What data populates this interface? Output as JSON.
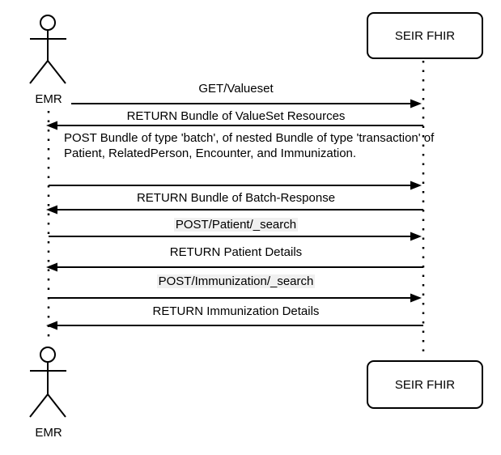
{
  "diagram_type": "sequence-diagram",
  "colors": {
    "line": "#000000",
    "background": "#ffffff",
    "label_highlight": "#f0f0f0"
  },
  "actors": {
    "emr_top": {
      "label": "EMR"
    },
    "emr_bottom": {
      "label": "EMR"
    }
  },
  "systems": {
    "fhir_top": {
      "label": "SEIR FHIR"
    },
    "fhir_bottom": {
      "label": "SEIR FHIR"
    }
  },
  "messages": [
    {
      "label": "GET/Valueset",
      "direction": "right",
      "highlight": false
    },
    {
      "label": "RETURN Bundle of ValueSet Resources",
      "direction": "left",
      "highlight": false
    },
    {
      "label": "POST Bundle of type 'batch', of nested Bundle of type 'transaction' of Patient, RelatedPerson, Encounter, and Immunization.",
      "direction": "right",
      "highlight": false
    },
    {
      "label": "RETURN Bundle of Batch-Response",
      "direction": "left",
      "highlight": false
    },
    {
      "label": "POST/Patient/_search",
      "direction": "right",
      "highlight": true
    },
    {
      "label": "RETURN Patient Details",
      "direction": "left",
      "highlight": false
    },
    {
      "label": "POST/Immunization/_search",
      "direction": "right",
      "highlight": true
    },
    {
      "label": "RETURN Immunization Details",
      "direction": "left",
      "highlight": false
    }
  ]
}
